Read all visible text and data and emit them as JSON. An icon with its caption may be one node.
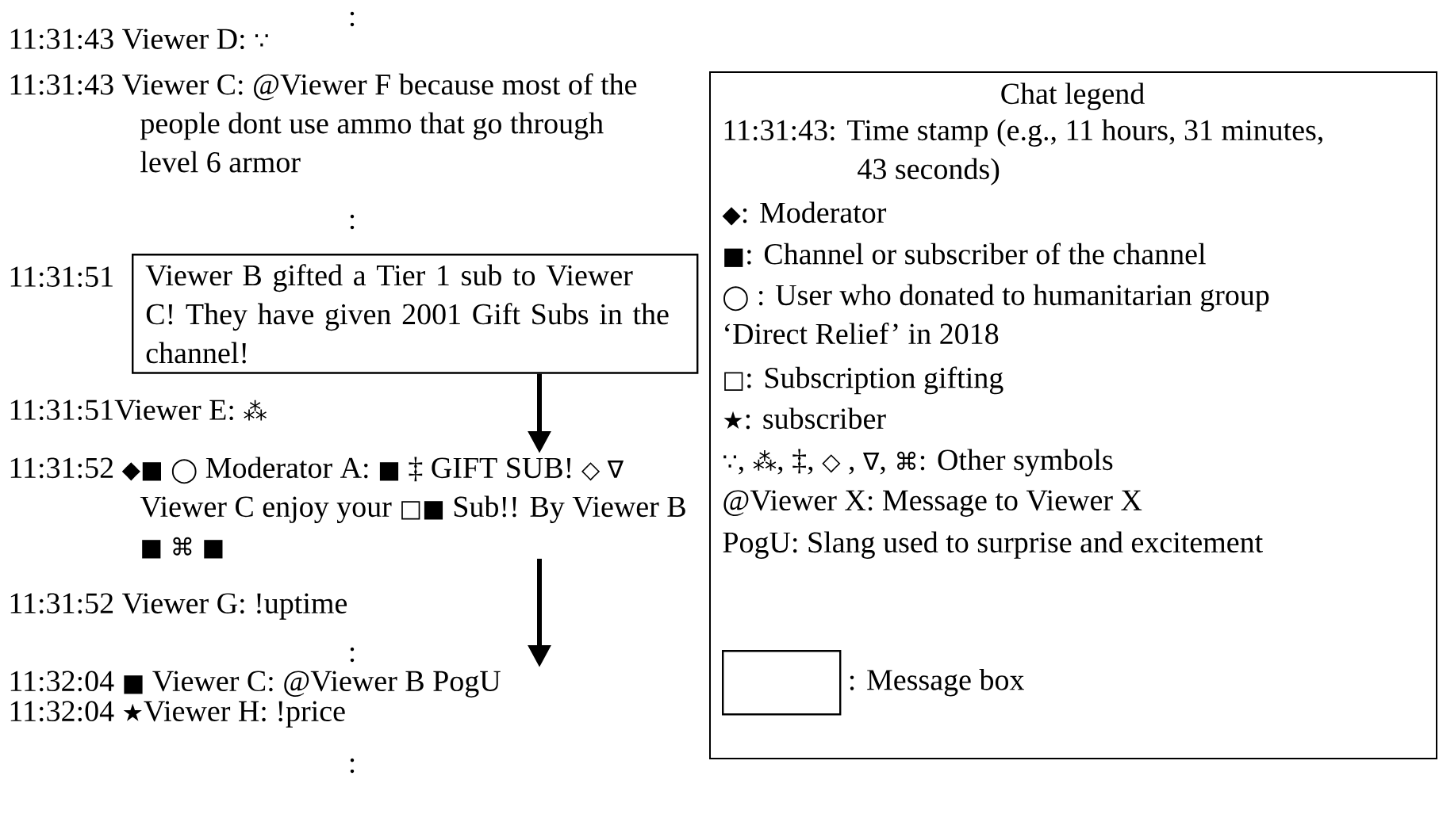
{
  "diagram": {
    "nodes": [
      {
        "text": [
          "Viewer B gifted a Tier 1 sub to Viewer C! They have given 2001 Gift Subs in the channel!"
        ],
        "beside": [
          "11:31:51"
        ]
      },
      {
        "text": [
          "11:31:52 ◆■ ◯ Moderator A: ■ ‡ GIFT SUB! ◇ ∇ Viewer C enjoy your □■ Sub!! By Viewer B ■ ⌘ ■"
        ]
      },
      {
        "text": [
          "11:32:04 ■ Viewer C: @Viewer B PogU"
        ]
      },
      {
        "text": [
          "Chat legend",
          "11:31:43: Time stamp (e.g., 11 hours, 31 minutes, 43 seconds)",
          "◆: Moderator",
          "■: Channel or subscriber of the channel",
          "◯ : User who donated to humanitarian group ‘Direct Relief’ in 2018",
          "□: Subscription gifting",
          "★: subscriber",
          "∵, ⁂, ‡, ◇ , ∇, ⌘: Other symbols",
          "@Viewer X: Message to Viewer X",
          "PogU: Slang used to surprise and excitement"
        ]
      },
      {
        "text": [],
        "shape": "box",
        "in": 3,
        "beside": [
          ": Message box"
        ]
      }
    ],
    "edges": [
      {
        "from": 0,
        "to": 1,
        "arrow": "to"
      },
      {
        "from": 1,
        "to": 2,
        "arrow": "to"
      }
    ],
    "labels": [
      ":",
      "11:31:43 Viewer D: ∵",
      "11:31:43 Viewer C: @Viewer F because most of the people dont use ammo that go through level 6 armor",
      ":",
      "11:31:51Viewer E: ⁂",
      "11:31:52 Viewer G: !uptime",
      ":",
      "11:32:04 ★Viewer H: !price",
      ":"
    ]
  }
}
